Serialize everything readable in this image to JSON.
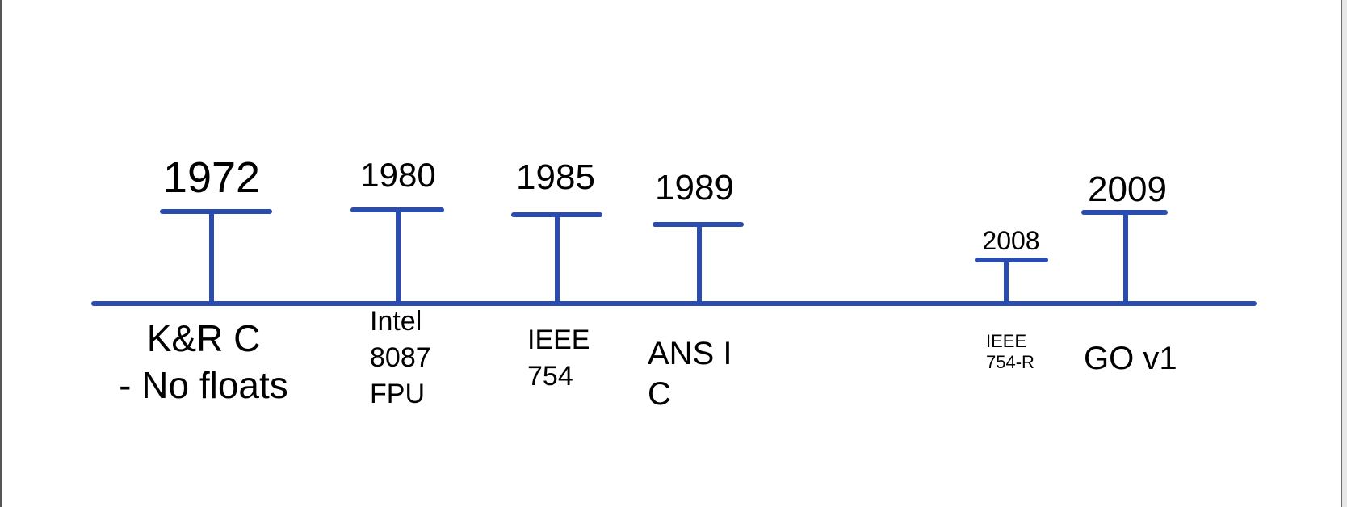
{
  "events": [
    {
      "year": "1972",
      "label_lines": [
        "K&R C",
        "- No floats"
      ]
    },
    {
      "year": "1980",
      "label_lines": [
        "Intel",
        "8087",
        "FPU"
      ]
    },
    {
      "year": "1985",
      "label_lines": [
        "IEEE",
        "754"
      ]
    },
    {
      "year": "1989",
      "label_lines": [
        "ANS I",
        "C"
      ]
    },
    {
      "year": "2008",
      "label_lines": [
        "IEEE",
        "754-R"
      ]
    },
    {
      "year": "2009",
      "label_lines": [
        "GO v1"
      ]
    }
  ],
  "colors": {
    "line": "#2a4bb0",
    "text": "#000000"
  }
}
